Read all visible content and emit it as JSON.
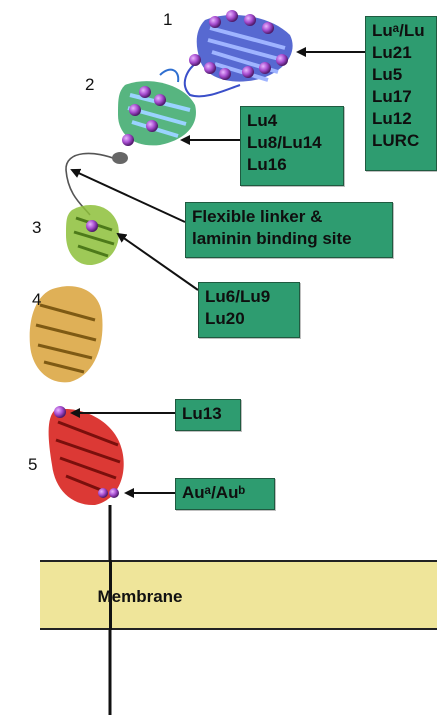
{
  "diagram": {
    "domain_numbers": [
      "1",
      "2",
      "3",
      "4",
      "5"
    ],
    "boxes": {
      "domain1": {
        "lines": [
          "Luᵃ/Lu",
          "Lu21",
          "Lu5",
          "Lu17",
          "Lu12",
          "LURC"
        ]
      },
      "domain2": {
        "lines": [
          "Lu4",
          "Lu8/Lu14",
          "Lu16"
        ]
      },
      "linker": {
        "lines": [
          "Flexible linker &",
          "laminin binding site"
        ]
      },
      "domain3": {
        "lines": [
          "Lu6/Lu9",
          "Lu20"
        ]
      },
      "domain5_top": {
        "lines": [
          "Lu13"
        ]
      },
      "domain5_bottom": {
        "lines": [
          "Auᵃ/Auᵇ"
        ]
      }
    },
    "membrane_label": "Membrane",
    "colors": {
      "box_fill": "#2e9c70",
      "membrane_fill": "#efe59a",
      "epitope_sphere": "#a64ccf",
      "domain1": "#3a4fc9",
      "domain2": "#3aa86a",
      "domain3": "#8dbf3a",
      "domain4": "#d9a23a",
      "domain5": "#d8231f"
    }
  }
}
